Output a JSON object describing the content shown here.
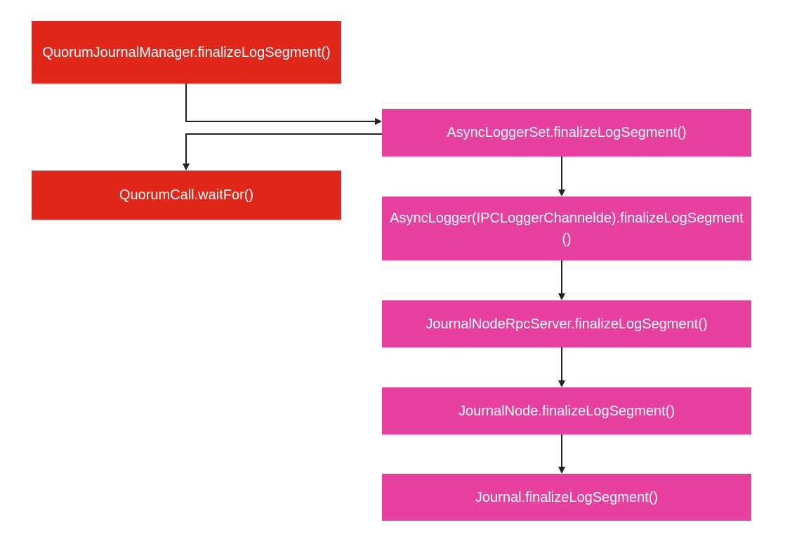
{
  "nodes": {
    "quorum_journal_manager": "QuorumJournalManager.finalizeLogSegment()",
    "quorum_call": "QuorumCall.waitFor()",
    "async_logger_set": "AsyncLoggerSet.finalizeLogSegment()",
    "async_logger": "AsyncLogger(IPCLoggerChannelde).finalizeLogSegment()",
    "journal_node_rpc_server": "JournalNodeRpcServer.finalizeLogSegment()",
    "journal_node": "JournalNode.finalizeLogSegment()",
    "journal": "Journal.finalizeLogSegment()"
  },
  "colors": {
    "red_node": "#e0271a",
    "pink_node": "#e8409f",
    "arrow": "#222222"
  }
}
